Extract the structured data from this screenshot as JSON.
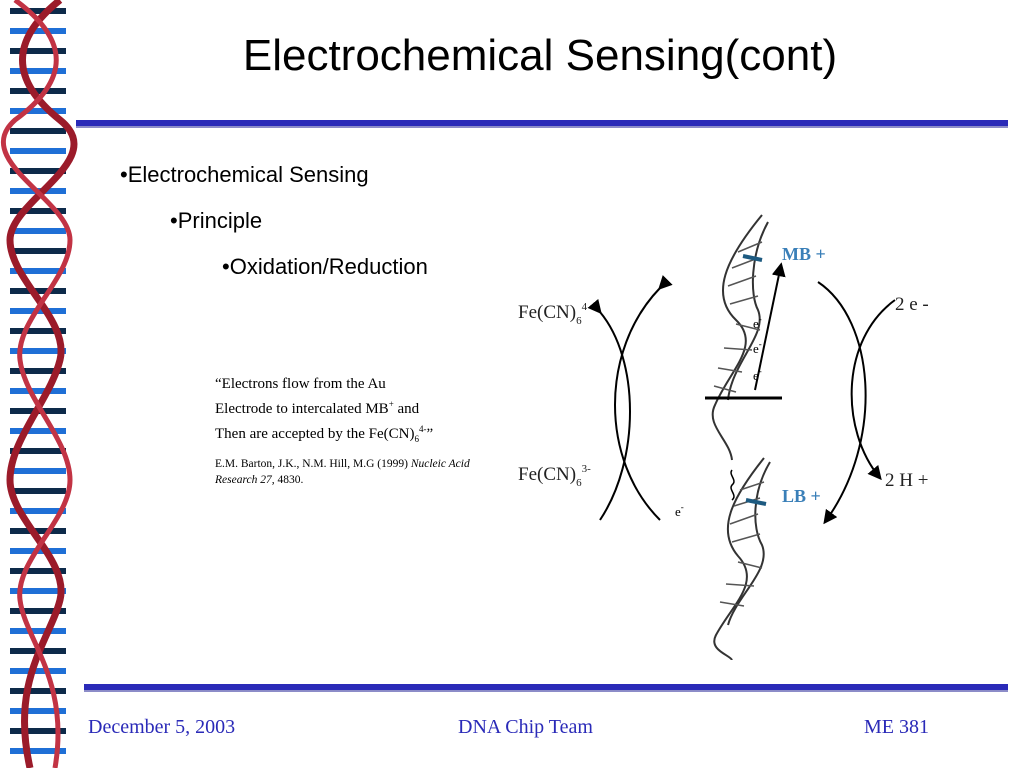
{
  "slide": {
    "title": "Electrochemical Sensing(cont)",
    "bullets": [
      {
        "label": "•Electrochemical Sensing"
      },
      {
        "label": "•Principle"
      },
      {
        "label": "•Oxidation/Reduction"
      }
    ],
    "quote": {
      "line1": "“Electrons flow from the Au",
      "line2_a": "Electrode to intercalated MB",
      "line2_sup": "+",
      "line2_b": " and",
      "line3_a": "Then are accepted by the Fe(CN)",
      "line3_sub": "6",
      "line3_sup": "4-",
      "line3_b": "”"
    },
    "citation": {
      "authors": "E.M. Barton, J.K., N.M. Hill, M.G (1999) ",
      "journal": "Nucleic Acid Research 27,",
      "pages": " 4830."
    }
  },
  "diagram": {
    "fe_top": "Fe(CN)",
    "fe_top_sub": "6",
    "fe_top_sup": "4",
    "fe_bottom": "Fe(CN)",
    "fe_bottom_sub": "6",
    "fe_bottom_sup": "3-",
    "mb_label": "MB +",
    "lb_label": "LB +",
    "two_e": "2 e -",
    "two_h": "2 H +",
    "electron": "e",
    "electron_sup": "-",
    "label_color": "#3a7fb8"
  },
  "footer": {
    "date": "December 5, 2003",
    "team": "DNA Chip Team",
    "course": "ME 381"
  },
  "colors": {
    "rule": "#2a2ab8",
    "footer_text": "#2a2ab8",
    "dna_red": "#9b1b2a",
    "dna_blue": "#1f6fd6"
  }
}
